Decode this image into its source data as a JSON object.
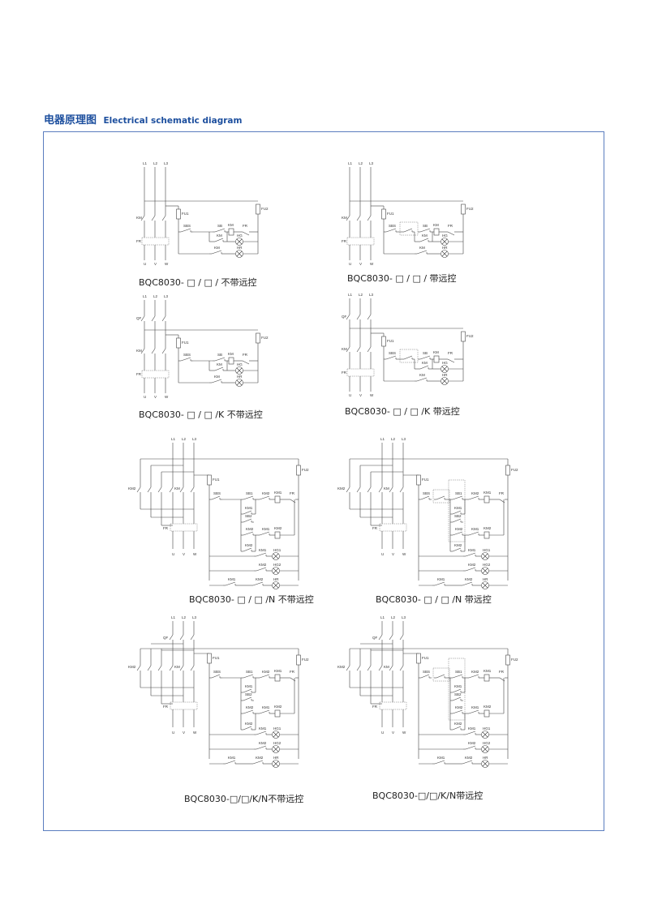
{
  "header": {
    "title_cn": "电器原理图",
    "title_en": "Electrical schematic diagram"
  },
  "labels": {
    "l1": "L1",
    "l2": "L2",
    "l3": "L3",
    "u": "U",
    "v": "V",
    "w": "W",
    "km": "KM",
    "km1": "KM1",
    "km2": "KM2",
    "fr": "FR",
    "qf": "QF",
    "fu1": "FU1",
    "fu2": "FU2",
    "sbs": "SBS",
    "sb": "SB",
    "sb1": "SB1",
    "sb2": "SB2",
    "hg": "HG",
    "hg1": "HG1",
    "hg2": "HG2",
    "hr": "HR"
  },
  "captions": [
    "BQC8030- □ / □ / 不带远控",
    "BQC8030- □ / □ / 带远控",
    "BQC8030- □ / □ /K 不带远控",
    "BQC8030- □ / □ /K 带远控",
    "BQC8030- □ / □ /N 不带远控",
    "BQC8030- □ / □ /N 带远控",
    "BQC8030-□/□/K/N不带远控",
    "BQC8030-□/□/K/N带远控"
  ]
}
